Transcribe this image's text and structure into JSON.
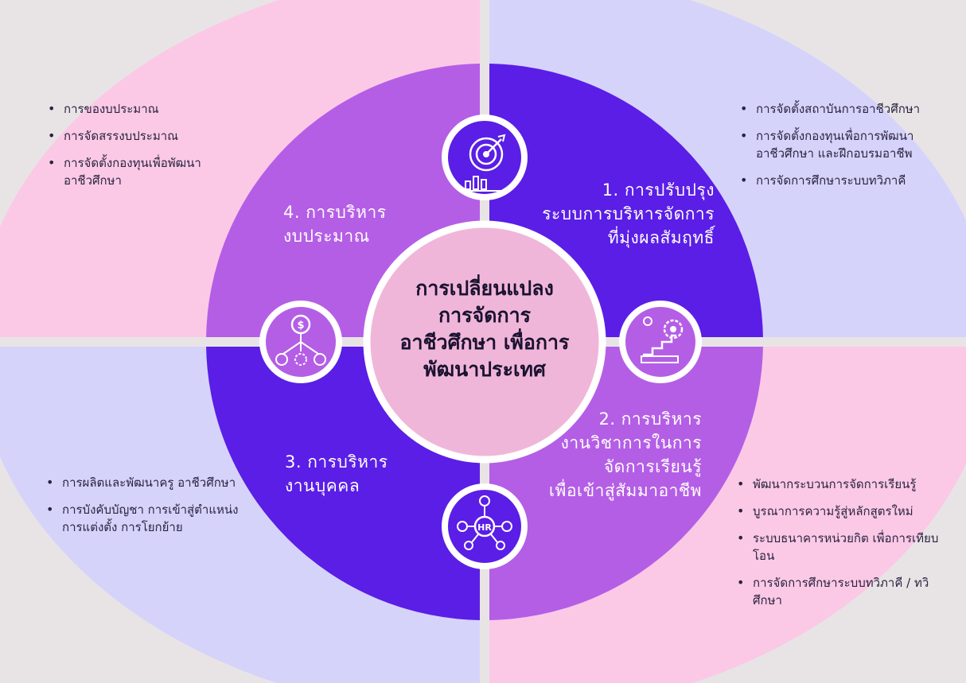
{
  "center_title": [
    "การเปลี่ยนแปลง",
    "การจัดการ",
    "อาชีวศึกษา เพื่อการ",
    "พัฒนาประเทศ"
  ],
  "sections": [
    {
      "title": [
        "1. การปรับปรุง",
        "ระบบการบริหารจัดการ",
        "ที่มุ่งผลสัมฤทธิ์"
      ],
      "icon": "target-icon",
      "bullets": [
        "การจัดตั้งสถาบันการอาชีวศึกษา",
        "การจัดตั้งกองทุนเพื่อการพัฒนา อาชีวศึกษา และฝึกอบรมอาชีพ",
        "การจัดการศึกษาระบบทวิภาคี"
      ]
    },
    {
      "title": [
        "2. การบริหาร",
        "งานวิชาการในการ",
        "จัดการเรียนรู้",
        "เพื่อเข้าสู่สัมมาอาชีพ"
      ],
      "icon": "growth-gear-icon",
      "bullets": [
        "พัฒนากระบวนการจัดการเรียนรู้",
        "บูรณาการความรู้สู่หลักสูตรใหม่",
        "ระบบธนาคารหน่วยกิต เพื่อการเทียบโอน",
        "การจัดการศึกษาระบบทวิภาคี / ทวิศึกษา"
      ]
    },
    {
      "title": [
        "3. การบริหาร",
        "งานบุคคล"
      ],
      "icon": "hr-network-icon",
      "bullets": [
        "การผลิตและพัฒนาครู อาชีวศึกษา",
        "การบังคับบัญชา การเข้าสู่ตำแหน่ง การแต่งตั้ง การโยกย้าย"
      ]
    },
    {
      "title": [
        "4. การบริหาร",
        "งบประมาณ"
      ],
      "icon": "budget-allocation-icon",
      "bullets": [
        "การของบประมาณ",
        "การจัดสรรงบประมาณ",
        "การจัดตั้งกองทุนเพื่อพัฒนา อาชีวศึกษา"
      ]
    }
  ],
  "colors": {
    "pink_bg": "#fbc9e6",
    "lavender_bg": "#d6d3fb",
    "purple_dark": "#5a1ee6",
    "purple_light": "#b45ee6",
    "center_pink": "#f0b6d9",
    "white": "#ffffff"
  }
}
